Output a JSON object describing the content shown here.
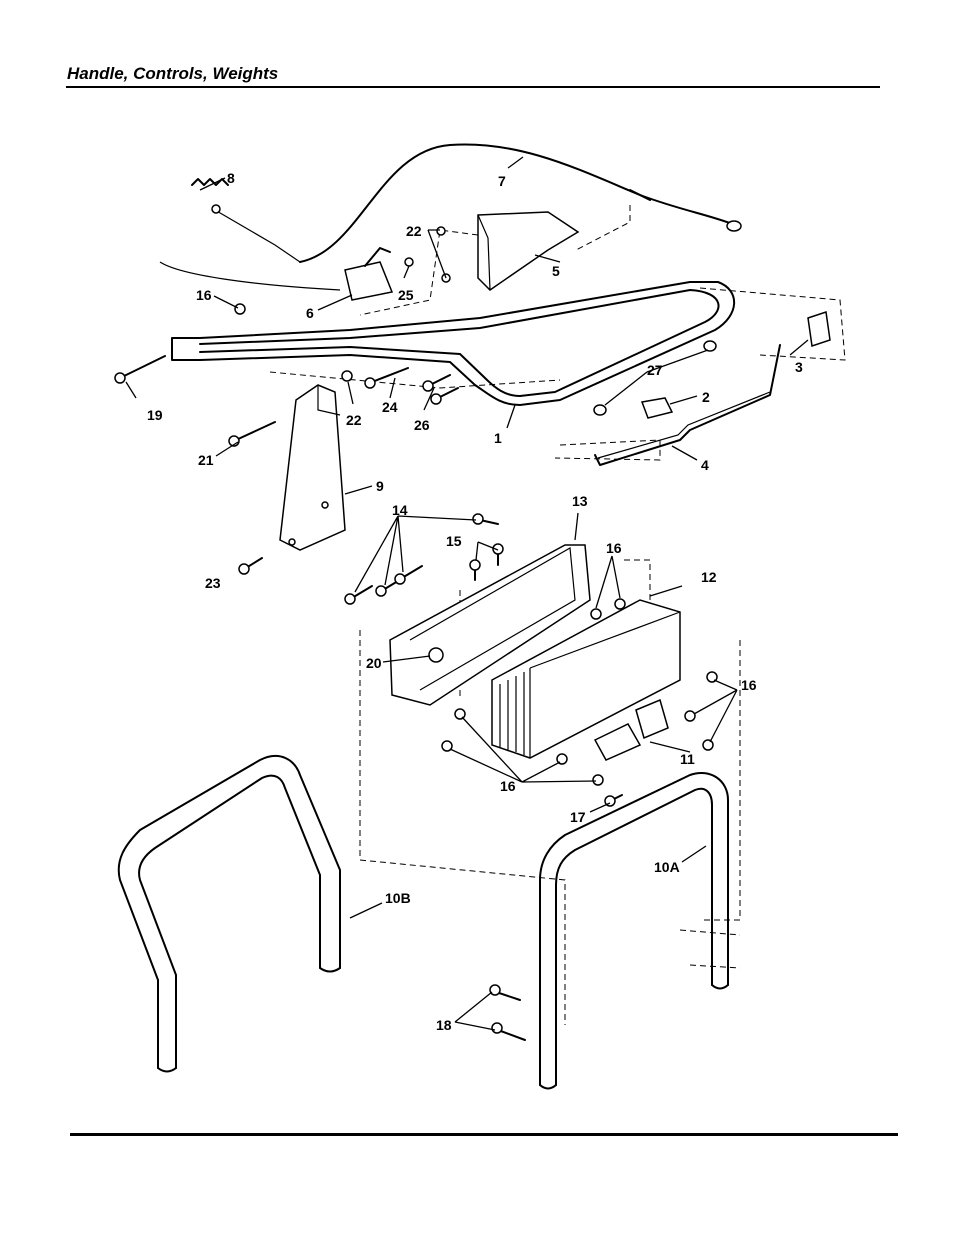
{
  "header": {
    "title": "Handle, Controls, Weights"
  },
  "callouts": {
    "c1": "1",
    "c2": "2",
    "c3": "3",
    "c4": "4",
    "c5": "5",
    "c6": "6",
    "c7": "7",
    "c8": "8",
    "c9": "9",
    "c10a": "10A",
    "c10b": "10B",
    "c11": "11",
    "c12": "12",
    "c13": "13",
    "c14": "14",
    "c15": "15",
    "c16a": "16",
    "c16b": "16",
    "c16c": "16",
    "c16d": "16",
    "c17": "17",
    "c18": "18",
    "c19": "19",
    "c20": "20",
    "c21": "21",
    "c22a": "22",
    "c22b": "22",
    "c23": "23",
    "c24": "24",
    "c25": "25",
    "c26": "26",
    "c27": "27"
  }
}
